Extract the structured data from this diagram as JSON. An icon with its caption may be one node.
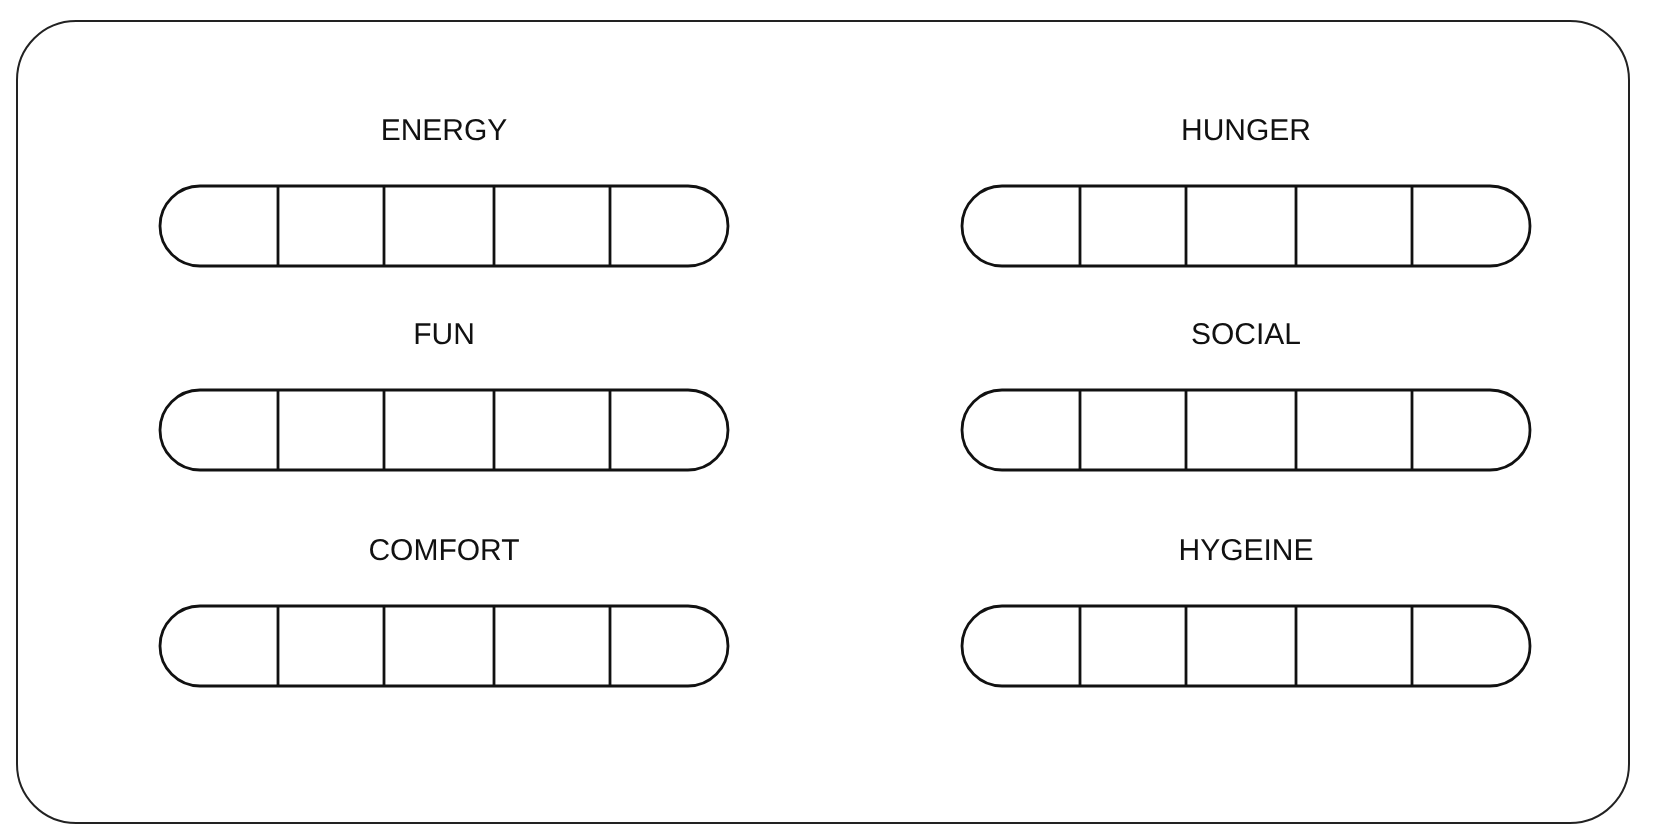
{
  "diagram": {
    "nodes": [
      {
        "text": [],
        "shape": "box"
      },
      {
        "text": [
          "ENERGY"
        ],
        "in": 0
      },
      {
        "text": [
          "HUNGER"
        ],
        "in": 0
      },
      {
        "text": [
          "FUN"
        ],
        "in": 0
      },
      {
        "text": [
          "SOCIAL"
        ],
        "in": 0
      },
      {
        "text": [
          "COMFORT"
        ],
        "in": 0
      },
      {
        "text": [
          "HYGEINE"
        ],
        "in": 0
      }
    ]
  }
}
